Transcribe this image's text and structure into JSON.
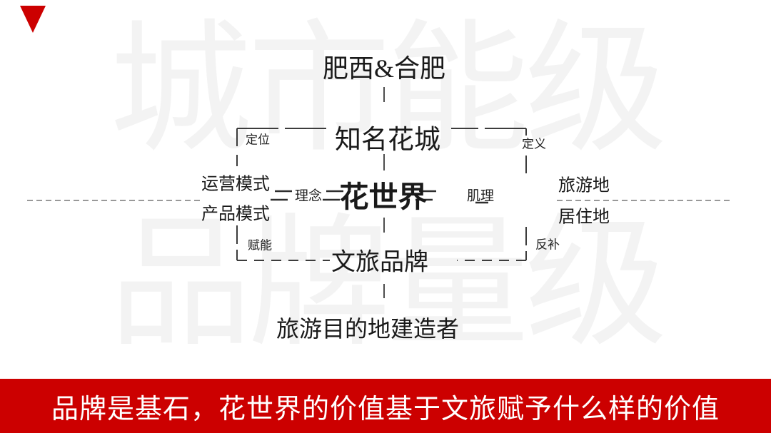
{
  "watermark": {
    "line1": "城市能级",
    "line2": "品牌量级",
    "color": "#f3f3f3"
  },
  "diagram": {
    "nodes": {
      "top": "肥西&合肥",
      "famous_flower_city": "知名花城",
      "center": "花世界",
      "culture_tourism_brand": "文旅品牌",
      "destination_builder": "旅游目的地建造者",
      "operation_model": "运营模式",
      "product_model": "产品模式",
      "tourism_place": "旅游地",
      "residence_place": "居住地"
    },
    "edge_labels": {
      "position": "定位",
      "definition": "定义",
      "concept": "理念",
      "texture": "肌理",
      "empower": "赋能",
      "feedback": "反补"
    },
    "line_colors": {
      "bracket": "#3c3c3c",
      "center_connector": "#4d4d4d",
      "dash_pair": "#2e2e2e",
      "gray_dashed_rule": "#999999"
    }
  },
  "banner": {
    "text": "品牌是基石，花世界的价值基于文旅赋予什么样的价值",
    "background": "#CC0000",
    "color": "#FFFFFF"
  },
  "accent_color": "#CC0000"
}
